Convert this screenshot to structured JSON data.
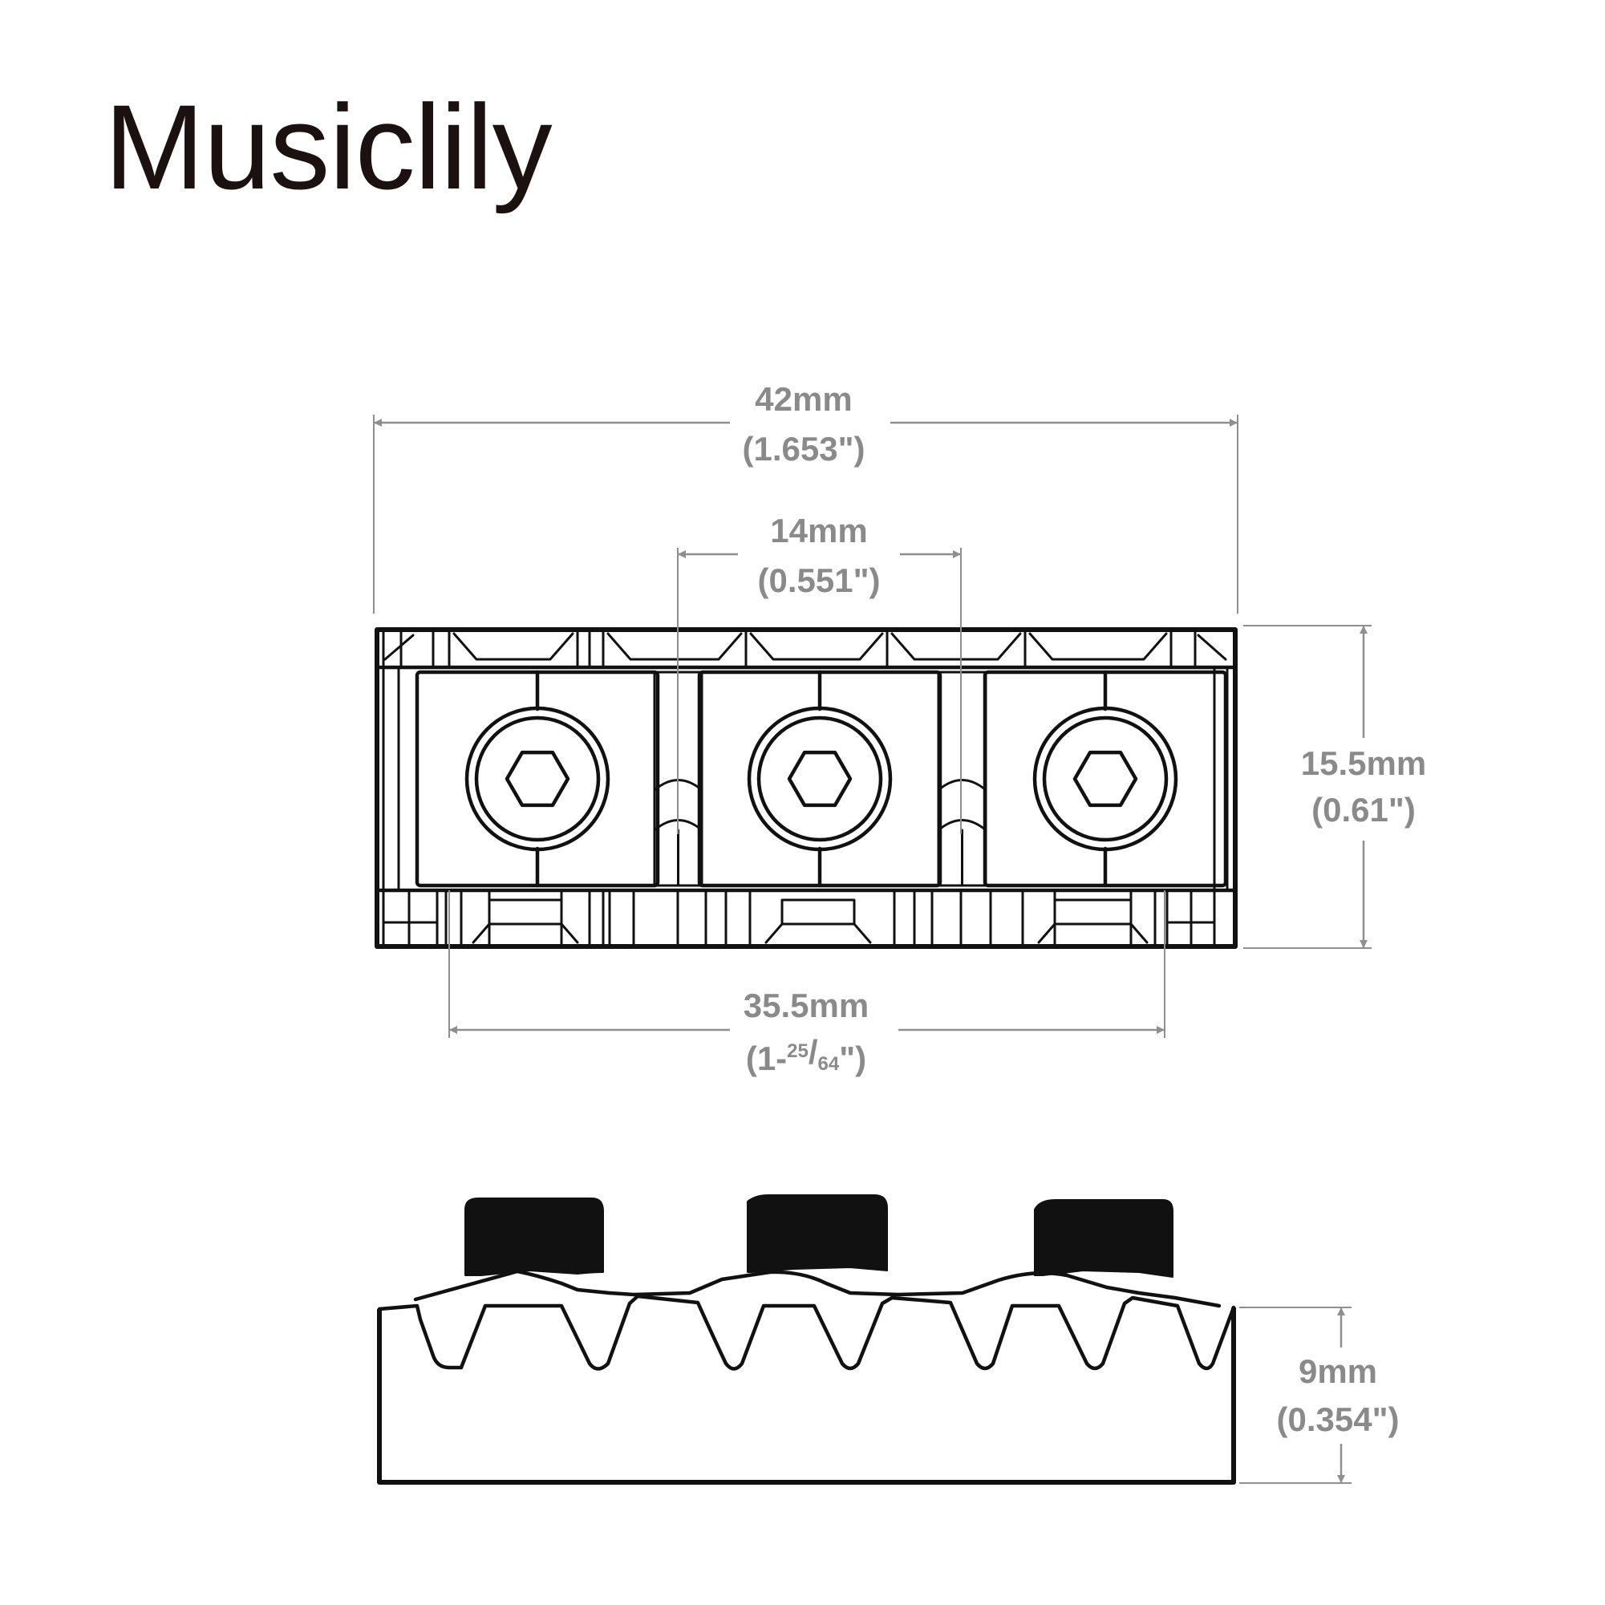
{
  "brand": {
    "name": "Musiclily"
  },
  "dimensions": {
    "overall_width": {
      "metric": "42mm",
      "imperial": "(1.653\")"
    },
    "screw_spacing": {
      "metric": "14mm",
      "imperial": "(0.551\")"
    },
    "depth": {
      "metric": "15.5mm",
      "imperial": "(0.61\")"
    },
    "base_width": {
      "metric": "35.5mm",
      "imperial_prefix": "(1-",
      "imperial_num": "25",
      "imperial_sep": "/",
      "imperial_den": "64",
      "imperial_suffix": "\")"
    },
    "height": {
      "metric": "9mm",
      "imperial": "(0.354\")"
    }
  },
  "colors": {
    "ink": "#111111",
    "dimension": "#8a8a8a",
    "brand_text": "#1a1110",
    "background": "#ffffff"
  },
  "icons": {
    "screw": "hex-socket-screw-icon",
    "clamp": "clamp-block-icon"
  }
}
